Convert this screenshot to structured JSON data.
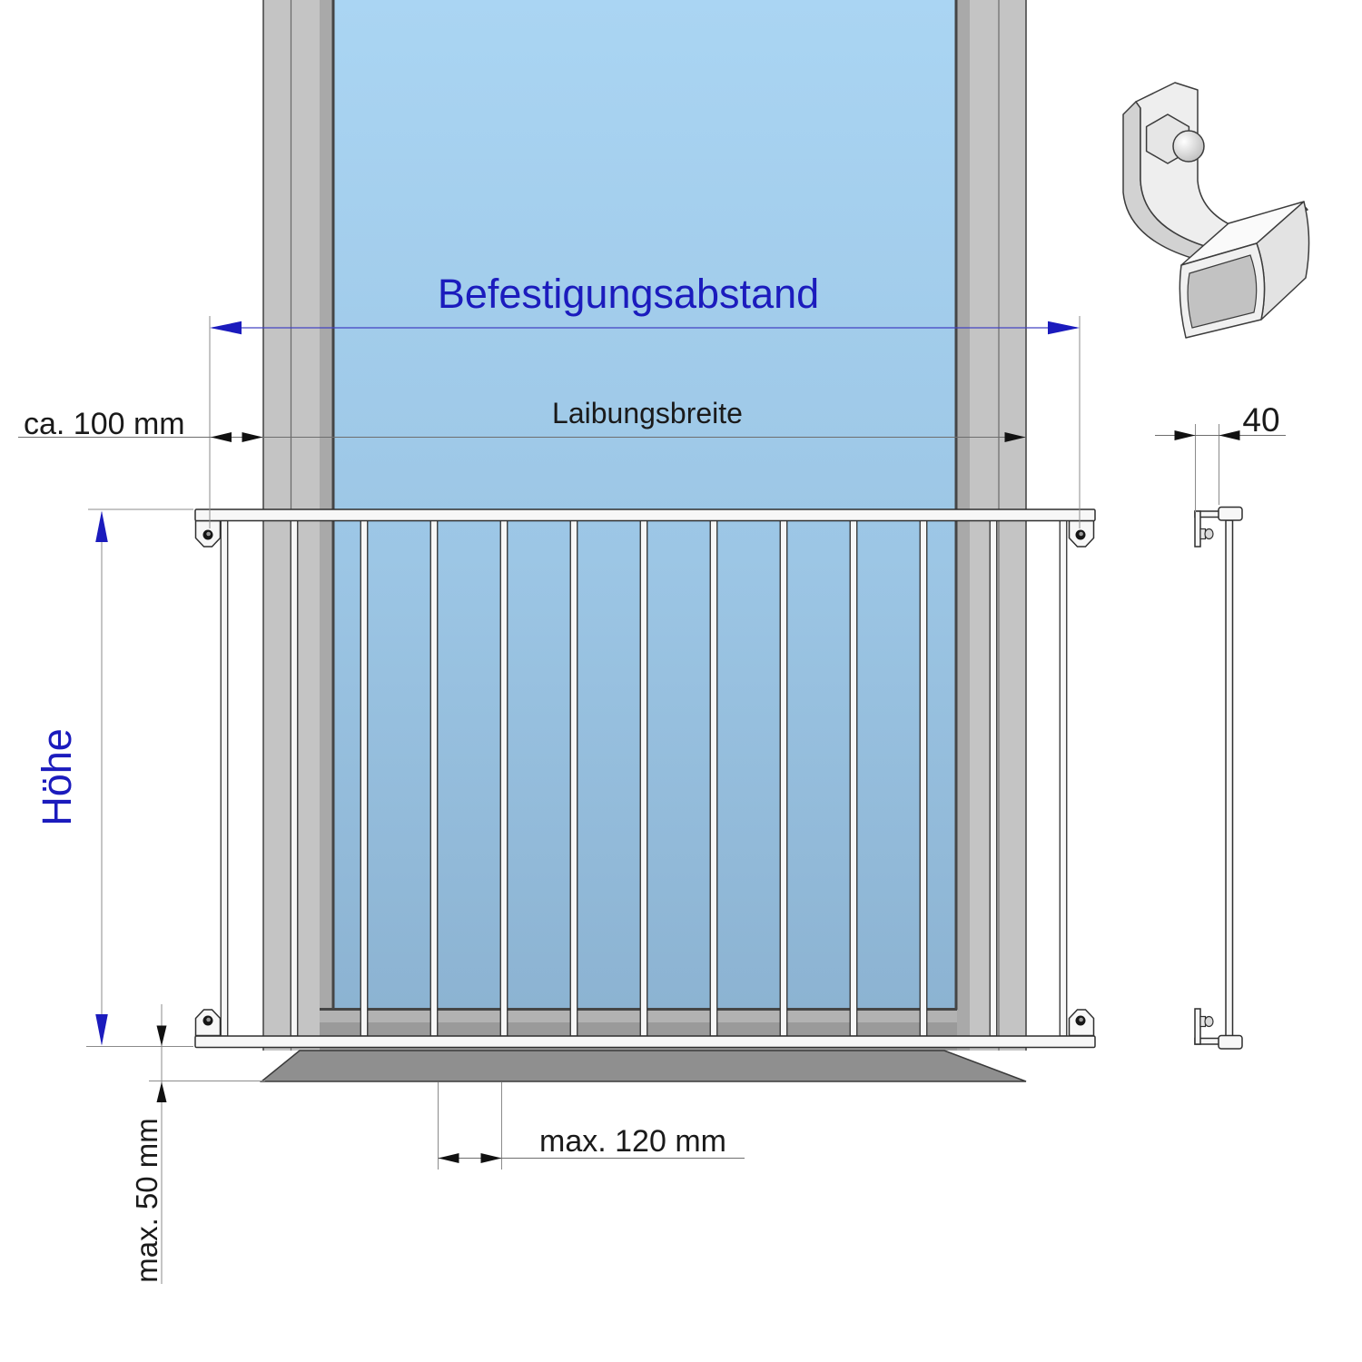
{
  "diagram": {
    "type": "technical-dimension-drawing",
    "dimensions": {
      "befestigungsabstand": {
        "label": "Befestigungsabstand"
      },
      "laibungsbreite": {
        "label": "Laibungsbreite"
      },
      "reveal_offset": {
        "label": "ca. 100 mm"
      },
      "hoehe": {
        "label": "Höhe"
      },
      "bottom_clearance": {
        "label": "max. 50 mm"
      },
      "bar_spacing": {
        "label": "max. 120 mm"
      },
      "rail_depth": {
        "label": "40"
      }
    },
    "colors": {
      "dimension_blue": "#1b1bbd",
      "text_black": "#1a1a1a",
      "glass_top": "#aad5f3",
      "glass_bottom": "#8cb3d2",
      "frame_gray": "#c4c4c4",
      "frame_dark_band": "#a9a9a9",
      "sill_gray": "#8f8f8f",
      "railing_white": "#f7f7f7",
      "dim_line_gray": "#8b8b8b"
    }
  }
}
